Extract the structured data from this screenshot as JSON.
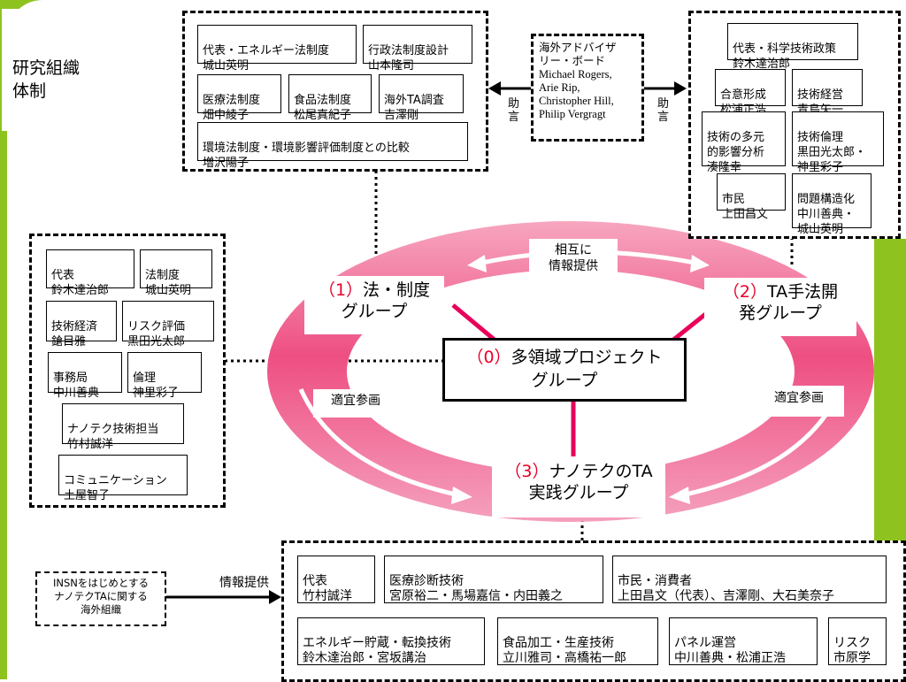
{
  "title": {
    "line1": "研究組織",
    "line2": "体制"
  },
  "law_members": [
    {
      "role": "代表・エネルギー法制度",
      "name": "城山英明"
    },
    {
      "role": "行政法制度設計",
      "name": "山本隆司"
    },
    {
      "role": "医療法制度",
      "name": "畑中綾子"
    },
    {
      "role": "食品法制度",
      "name": "松尾真紀子"
    },
    {
      "role": "海外TA調査",
      "name": "吉澤剛"
    },
    {
      "role": "環境法制度・環境影響評価制度との比較",
      "name": "増沢陽子"
    }
  ],
  "advisors": {
    "heading_line1": "海外アドバイザ",
    "heading_line2": "リー・ボード",
    "names": [
      "Michael Rogers,",
      "Arie Rip,",
      " Christopher Hill,",
      "Philip Vergragt"
    ]
  },
  "advice_left": "助言",
  "advice_right": "助言",
  "ta_members": [
    {
      "role": "代表・科学技術政策",
      "name": "鈴木達治郎"
    },
    {
      "role": "合意形成",
      "name": "松浦正浩"
    },
    {
      "role": "技術経営",
      "name": "青島矢一"
    },
    {
      "role": "技術の多元",
      "name": "的影響分析",
      "name2": "湊隆幸"
    },
    {
      "role": "技術倫理",
      "name": "黒田光太郎・",
      "name2": "神里彩子"
    },
    {
      "role": "市民",
      "name": "上田昌文"
    },
    {
      "role": "問題構造化",
      "name": "中川善典・",
      "name2": "城山英明"
    }
  ],
  "project_members": [
    {
      "role": "代表",
      "name": "鈴木達治郎"
    },
    {
      "role": "法制度",
      "name": "城山英明"
    },
    {
      "role": "技術経済",
      "name": "鎗目雅"
    },
    {
      "role": "リスク評価",
      "name": "黒田光太郎"
    },
    {
      "role": "事務局",
      "name": "中川善典"
    },
    {
      "role": "倫理",
      "name": "神里彩子"
    },
    {
      "role": "ナノテク技術担当",
      "name": "竹村誠洋"
    },
    {
      "role": "コミュニケーション",
      "name": "土屋智子"
    }
  ],
  "center": {
    "mutual_line1": "相互に",
    "mutual_line2": "情報提供",
    "law_group_num": "（1）",
    "law_group_label1": "法・制度",
    "law_group_label2": "グループ",
    "ta_group_num": "（2）",
    "ta_group_label1": "TA手法開",
    "ta_group_label2": "発グループ",
    "project_num": "（0）",
    "project_label1": "多領域プロジェクト",
    "project_label2": "グループ",
    "participate_left": "適宜参画",
    "participate_right": "適宜参画",
    "nano_num": "（3）",
    "nano_label1": "ナノテクのTA",
    "nano_label2": "実践グループ"
  },
  "insn": {
    "line1": "INSNをはじめとする",
    "line2": "ナノテクTAに関する",
    "line3": "海外組織"
  },
  "info_provide": "情報提供",
  "nano_members": [
    {
      "role": "代表",
      "name": "竹村誠洋"
    },
    {
      "role": "医療診断技術",
      "name": "宮原裕二・馬場嘉信・内田義之"
    },
    {
      "role": "市民・消費者",
      "name": "上田昌文（代表）、吉澤剛、大石美奈子"
    },
    {
      "role": "エネルギー貯蔵・転換技術",
      "name": "鈴木達治郎・宮坂講治"
    },
    {
      "role": "食品加工・生産技術",
      "name": "立川雅司・高橋祐一郎"
    },
    {
      "role": "パネル運営",
      "name": "中川善典・松浦正浩"
    },
    {
      "role": "リスク",
      "name": "市原学"
    }
  ],
  "colors": {
    "accent_red": "#e8002a",
    "ring_pink": "#f07090",
    "green": "#8ec31f"
  }
}
